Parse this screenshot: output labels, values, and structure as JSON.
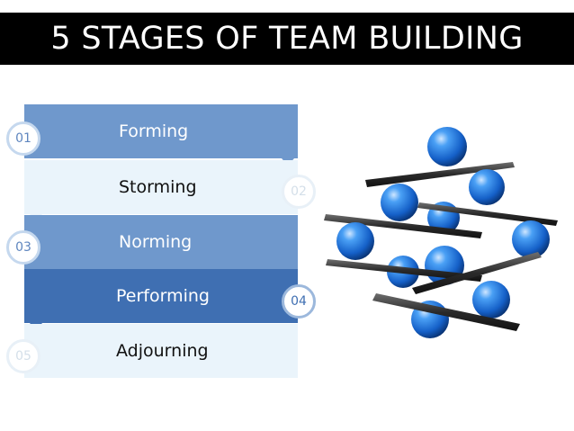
{
  "title": "5 STAGES OF TEAM BUILDING",
  "stages": [
    {
      "number": "01",
      "label": "Forming"
    },
    {
      "number": "02",
      "label": "Storming"
    },
    {
      "number": "03",
      "label": "Norming"
    },
    {
      "number": "04",
      "label": "Performing"
    },
    {
      "number": "05",
      "label": "Adjourning"
    }
  ],
  "colors": {
    "title_bg": "#000000",
    "stage_medium": "#6f98cc",
    "stage_light": "#eaf4fb",
    "stage_dark": "#3f6fb2",
    "sphere_blue": "#2a7fe0",
    "plate_dark": "#2b2b2b"
  },
  "image": {
    "subject": "glass-spheres-balanced-on-plates-icon"
  }
}
